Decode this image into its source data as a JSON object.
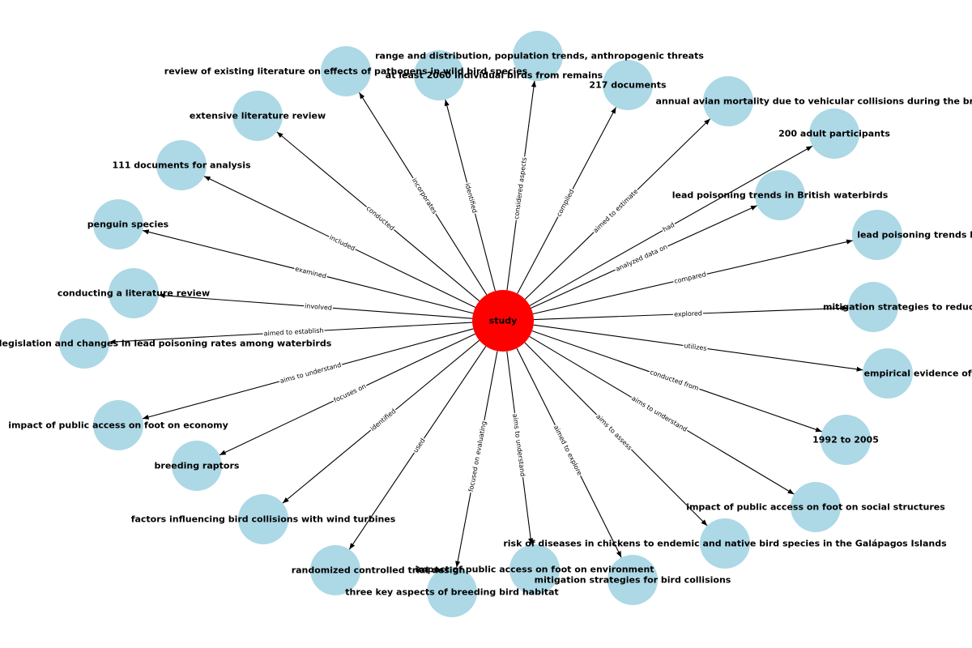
{
  "center": {
    "label": "study",
    "color": "#ff0000"
  },
  "node_color": "#add8e6",
  "edge_color": "#000000",
  "edges": [
    {
      "relation": "considered aspects",
      "target": "range and distribution, population trends, anthropogenic threats"
    },
    {
      "relation": "compiled",
      "target": "217 documents"
    },
    {
      "relation": "aimed to estimate",
      "target": "annual avian mortality due to vehicular collisions during the breeding and fledging season across Canadian"
    },
    {
      "relation": "had",
      "target": "200 adult participants"
    },
    {
      "relation": "analyzed data on",
      "target": "lead poisoning trends in British waterbirds"
    },
    {
      "relation": "compared",
      "target": "lead poisoning trends before and after legislation"
    },
    {
      "relation": "explored",
      "target": "mitigation strategies to reduce bird collisions"
    },
    {
      "relation": "utilizes",
      "target": "empirical evidence of pathogens in chickens on the"
    },
    {
      "relation": "conducted from",
      "target": "1992 to 2005"
    },
    {
      "relation": "aims to understand",
      "target": "impact of public access on foot on social structures"
    },
    {
      "relation": "aims to assess",
      "target": "risk of diseases in chickens to endemic and native bird species in the Galápagos Islands"
    },
    {
      "relation": "aimed to explore",
      "target": "mitigation strategies for bird collisions"
    },
    {
      "relation": "aims to understand",
      "target": "impact of public access on foot on environment"
    },
    {
      "relation": "focused on evaluating",
      "target": "three key aspects of breeding bird habitat"
    },
    {
      "relation": "used",
      "target": "randomized controlled trial design"
    },
    {
      "relation": "identified",
      "target": "factors influencing bird collisions with wind turbines"
    },
    {
      "relation": "focuses on",
      "target": "breeding raptors"
    },
    {
      "relation": "aims to understand",
      "target": "impact of public access on foot on economy"
    },
    {
      "relation": "aimed to establish",
      "target": "legislation and changes in lead poisoning rates among waterbirds"
    },
    {
      "relation": "involved",
      "target": "conducting a literature review"
    },
    {
      "relation": "examined",
      "target": "penguin species"
    },
    {
      "relation": "included",
      "target": "111 documents for analysis"
    },
    {
      "relation": "conducted",
      "target": "extensive literature review"
    },
    {
      "relation": "incorporates",
      "target": "review of existing literature on effects of pathogens in wild bird species"
    },
    {
      "relation": "identified",
      "target": "at least 2060 individual birds from remains"
    }
  ]
}
